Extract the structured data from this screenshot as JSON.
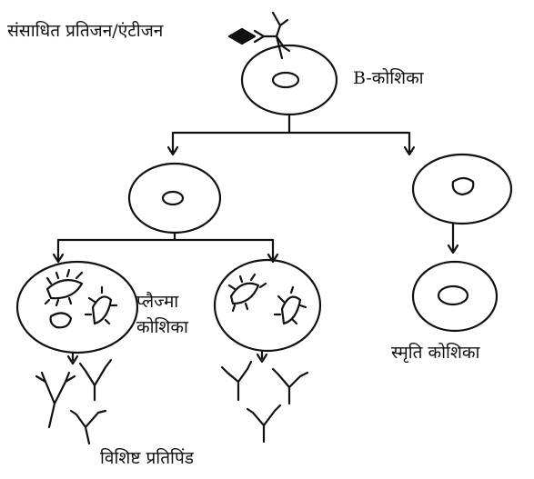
{
  "labels": {
    "processed_antigen": "संसाधित प्रतिजन/एंटीजन",
    "b_cell": "B-कोशिका",
    "plasma_line1": "प्लैज्मा",
    "plasma_line2": "कोशिका",
    "memory_cell": "स्मृति कोशिका",
    "specific_antibody": "विशिष्ट प्रतिपिंड"
  }
}
